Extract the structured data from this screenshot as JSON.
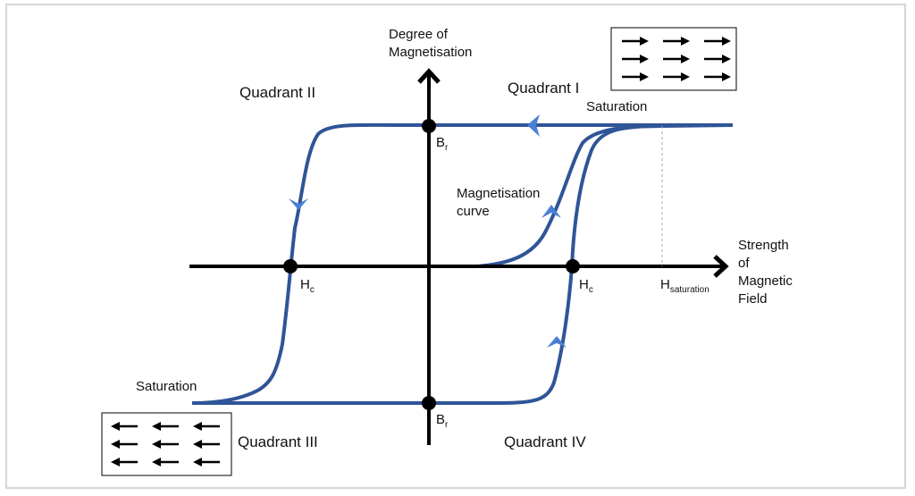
{
  "diagram": {
    "y_axis_label_line1": "Degree of",
    "y_axis_label_line2": "Magnetisation",
    "x_axis_label_line1": "Strength",
    "x_axis_label_line2": "of",
    "x_axis_label_line3": "Magnetic",
    "x_axis_label_line4": "Field",
    "quadrant_1": "Quadrant I",
    "quadrant_2": "Quadrant II",
    "quadrant_3": "Quadrant III",
    "quadrant_4": "Quadrant IV",
    "saturation_top": "Saturation",
    "saturation_bottom": "Saturation",
    "curve_label_line1": "Magnetisation",
    "curve_label_line2": "curve",
    "br_letter": "B",
    "br_sub": "r",
    "hc_letter": "H",
    "hc_sub": "c",
    "hsat_letter": "H",
    "hsat_sub": "saturation",
    "colors": {
      "curve": "#2f5597",
      "arrowhead": "#4a7fd4",
      "axis": "#000000",
      "frame": "#d6d6d6"
    },
    "domain_boxes": {
      "top_right_direction": "right",
      "bottom_left_direction": "left"
    }
  }
}
